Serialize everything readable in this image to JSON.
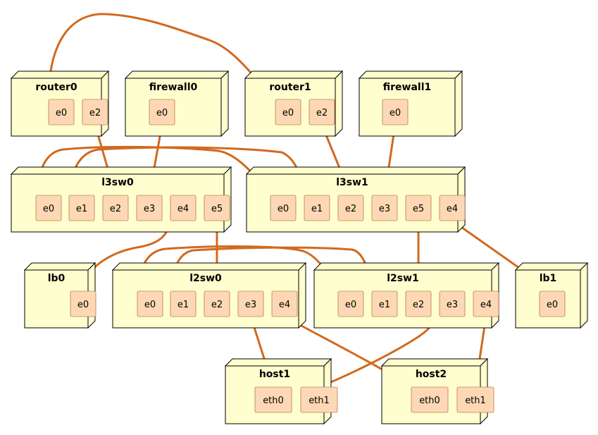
{
  "diagram": {
    "nodes": [
      {
        "id": "router0",
        "title": "router0",
        "ports": [
          "e0",
          "e2"
        ]
      },
      {
        "id": "firewall0",
        "title": "firewall0",
        "ports": [
          "e0"
        ]
      },
      {
        "id": "router1",
        "title": "router1",
        "ports": [
          "e0",
          "e2"
        ]
      },
      {
        "id": "firewall1",
        "title": "firewall1",
        "ports": [
          "e0"
        ]
      },
      {
        "id": "l3sw0",
        "title": "l3sw0",
        "ports": [
          "e0",
          "e1",
          "e2",
          "e3",
          "e4",
          "e5"
        ]
      },
      {
        "id": "l3sw1",
        "title": "l3sw1",
        "ports": [
          "e0",
          "e1",
          "e2",
          "e3",
          "e5",
          "e4"
        ]
      },
      {
        "id": "lb0",
        "title": "lb0",
        "ports": [
          "e0"
        ]
      },
      {
        "id": "l2sw0",
        "title": "l2sw0",
        "ports": [
          "e0",
          "e1",
          "e2",
          "e3",
          "e4"
        ]
      },
      {
        "id": "l2sw1",
        "title": "l2sw1",
        "ports": [
          "e0",
          "e1",
          "e2",
          "e3",
          "e4"
        ]
      },
      {
        "id": "lb1",
        "title": "lb1",
        "ports": [
          "e0"
        ]
      },
      {
        "id": "host1",
        "title": "host1",
        "ports": [
          "eth0",
          "eth1"
        ]
      },
      {
        "id": "host2",
        "title": "host2",
        "ports": [
          "eth0",
          "eth1"
        ]
      }
    ],
    "links": [
      {
        "from": "router0.e0",
        "to": "router1.e0"
      },
      {
        "from": "router0.e2",
        "to": "l3sw0.e2"
      },
      {
        "from": "firewall0.e0",
        "to": "l3sw0.e3"
      },
      {
        "from": "router1.e2",
        "to": "l3sw1.e2"
      },
      {
        "from": "firewall1.e0",
        "to": "l3sw1.e3"
      },
      {
        "from": "l3sw0.e0",
        "to": "l3sw1.e0"
      },
      {
        "from": "l3sw0.e1",
        "to": "l3sw1.e1"
      },
      {
        "from": "l3sw0.e4",
        "to": "lb0.e0"
      },
      {
        "from": "l3sw0.e5",
        "to": "l2sw0.e2"
      },
      {
        "from": "l3sw1.e5",
        "to": "l2sw1.e2"
      },
      {
        "from": "l3sw1.e4",
        "to": "lb1.e0"
      },
      {
        "from": "l2sw0.e0",
        "to": "l2sw1.e0"
      },
      {
        "from": "l2sw0.e1",
        "to": "l2sw1.e1"
      },
      {
        "from": "l2sw0.e3",
        "to": "host1.eth0"
      },
      {
        "from": "l2sw0.e4",
        "to": "host2.eth0"
      },
      {
        "from": "l2sw1.e3",
        "to": "host1.eth1"
      },
      {
        "from": "l2sw1.e4",
        "to": "host2.eth1"
      }
    ]
  }
}
